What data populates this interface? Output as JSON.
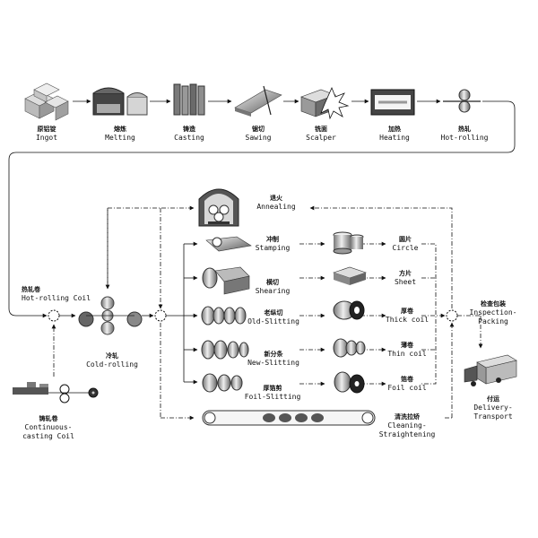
{
  "top_row": [
    {
      "id": "ingot",
      "zh": "原铝锭",
      "en": "Ingot"
    },
    {
      "id": "melting",
      "zh": "熔炼",
      "en": "Melting"
    },
    {
      "id": "casting",
      "zh": "铸造",
      "en": "Casting"
    },
    {
      "id": "sawing",
      "zh": "锯切",
      "en": "Sawing"
    },
    {
      "id": "scalper",
      "zh": "铣面",
      "en": "Scalper"
    },
    {
      "id": "heating",
      "zh": "加热",
      "en": "Heating"
    },
    {
      "id": "hot_rolling",
      "zh": "热轧",
      "en": "Hot-rolling"
    }
  ],
  "hot_rolling_coil": {
    "zh": "热轧卷",
    "en": "Hot-rolling Coil"
  },
  "continuous_casting_coil": {
    "zh": "铸轧卷",
    "en1": "Continuous-",
    "en2": "casting Coil"
  },
  "cold_rolling": {
    "zh": "冷轧",
    "en": "Cold-rolling"
  },
  "annealing": {
    "zh": "退火",
    "en": "Annealing"
  },
  "processes": [
    {
      "id": "stamping",
      "zh": "冲制",
      "en": "Stamping"
    },
    {
      "id": "shearing",
      "zh": "横切",
      "en": "Shearing"
    },
    {
      "id": "old_slitting",
      "zh": "老纵切",
      "en": "Old-Slitting"
    },
    {
      "id": "new_slitting",
      "zh": "新分条",
      "en": "New-Slitting"
    },
    {
      "id": "foil_slitting",
      "zh": "厚箔剪",
      "en": "Foil-Slitting"
    }
  ],
  "products": [
    {
      "id": "circle",
      "zh": "圆片",
      "en": "Circle"
    },
    {
      "id": "sheet",
      "zh": "方片",
      "en": "Sheet"
    },
    {
      "id": "thick_coil",
      "zh": "厚卷",
      "en": "Thick coil"
    },
    {
      "id": "thin_coil",
      "zh": "薄卷",
      "en": "Thin coil"
    },
    {
      "id": "foil_coil",
      "zh": "箔卷",
      "en": "Foil coil"
    }
  ],
  "cleaning": {
    "zh": "清洗拉矫",
    "en1": "Cleaning-",
    "en2": "Straightening"
  },
  "inspection": {
    "zh": "检查包装",
    "en1": "Inspection-",
    "en2": "Packing"
  },
  "delivery": {
    "zh": "付运",
    "en1": "Delivery-",
    "en2": "Transport"
  }
}
